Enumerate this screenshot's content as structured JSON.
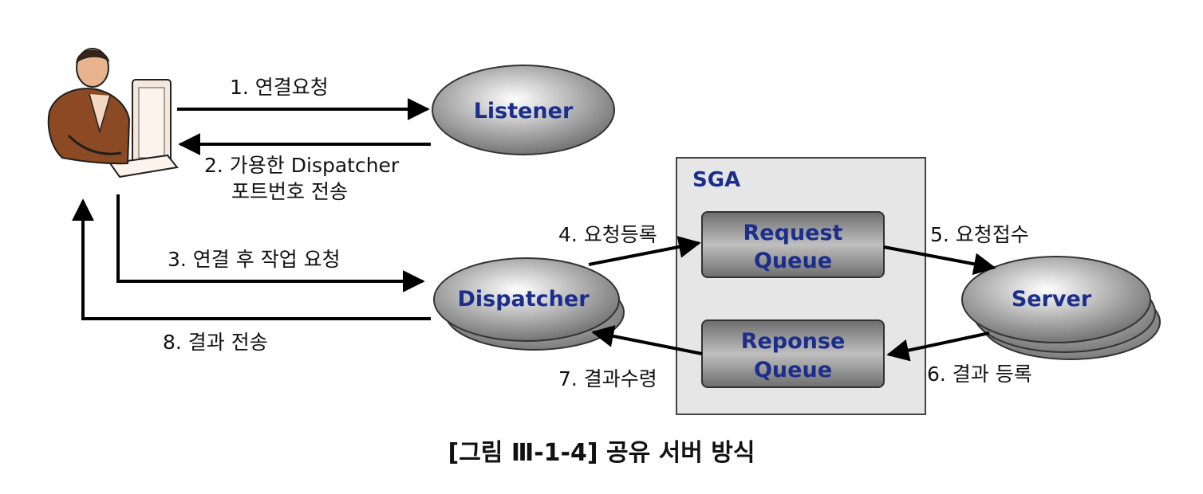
{
  "nodes": {
    "listener": "Listener",
    "sga": "SGA",
    "request_queue": [
      "Request",
      "Queue"
    ],
    "response_queue": [
      "Reponse",
      "Queue"
    ],
    "dispatcher": "Dispatcher",
    "server": "Server"
  },
  "edges": {
    "step1": "1. 연결요청",
    "step2": [
      "2. 가용한 Dispatcher",
      "포트번호 전송"
    ],
    "step3": "3. 연결 후 작업 요청",
    "step4": "4. 요청등록",
    "step5": "5. 요청접수",
    "step6": "6. 결과 등록",
    "step7": "7. 결과수령",
    "step8": "8. 결과 전송"
  },
  "caption": "[그림 Ⅲ-1-4] 공유 서버 방식",
  "colors": {
    "node_text": "#1c2e8c",
    "ellipse": "#8c8c8c",
    "queue_box": "#8f8f8f",
    "sga_box": "#e6e6e6",
    "arrow": "#000000"
  },
  "icons": {
    "user": "person-at-computer-icon"
  }
}
